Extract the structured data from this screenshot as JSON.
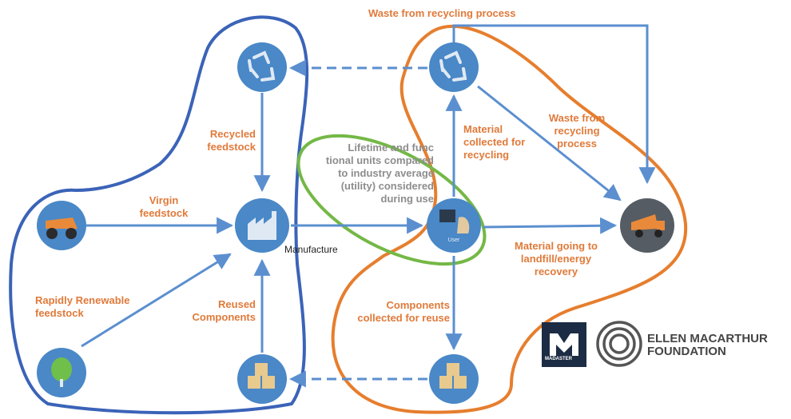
{
  "colors": {
    "arrow": "#5b8fcf",
    "node": "#4a88c7",
    "node_dark": "#555c63",
    "label": "#e07a3a",
    "blue_boundary": "#3b63b8",
    "orange_boundary": "#e67e2e",
    "green_boundary": "#74b846"
  },
  "nodes": {
    "recycle_left": {
      "icon": "recycle-icon"
    },
    "recycle_right": {
      "icon": "recycle-icon"
    },
    "mining_truck": {
      "icon": "mining-truck-icon"
    },
    "factory": {
      "icon": "factory-icon"
    },
    "user": {
      "icon": "user-computer-icon",
      "label": "User"
    },
    "landfill_truck": {
      "icon": "dump-truck-icon"
    },
    "tree": {
      "icon": "tree-icon"
    },
    "boxes_left": {
      "icon": "boxes-icon"
    },
    "boxes_right": {
      "icon": "boxes-icon"
    }
  },
  "labels": {
    "waste_top": "Waste from recycling process",
    "recycled_feedstock": "Recycled\nfeedstock",
    "virgin_feedstock": "Virgin\nfeedstock",
    "rapidly_renewable": "Rapidly Renewable\nfeedstock",
    "reused_components": "Reused\nComponents",
    "lifetime": "Lifetime and func\ntional units compared\nto industry average\n(utility) considered\nduring use",
    "manufacture": "Manufacture",
    "material_collected": "Material\ncollected for\nrecycling",
    "waste_right": "Waste from\nrecycling\nprocess",
    "landfill": "Material going to\nlandfill/energy\nrecovery",
    "components_collected": "Components\ncollected for reuse"
  },
  "logos": {
    "madaster": {
      "icon": "madaster-logo",
      "text": "MADASTER"
    },
    "emf": {
      "icon": "ellen-macarthur-rings-logo",
      "text": "ELLEN MACARTHUR\nFOUNDATION"
    }
  }
}
